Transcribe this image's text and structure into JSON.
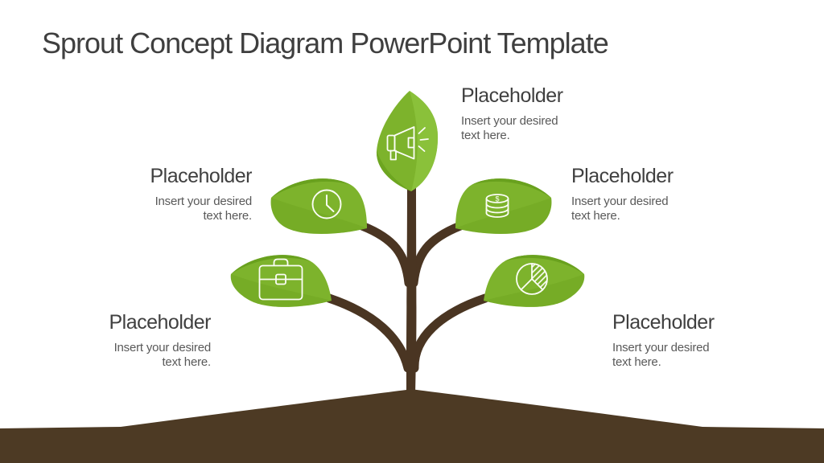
{
  "title": "Sprout Concept Diagram PowerPoint Template",
  "items": [
    {
      "position": "top",
      "icon": "megaphone-icon",
      "heading": "Placeholder",
      "body_line1": "Insert your desired",
      "body_line2": "text here."
    },
    {
      "position": "mid-left",
      "icon": "clock-icon",
      "heading": "Placeholder",
      "body_line1": "Insert your desired",
      "body_line2": "text here."
    },
    {
      "position": "mid-right",
      "icon": "coins-icon",
      "heading": "Placeholder",
      "body_line1": "Insert your desired",
      "body_line2": "text here."
    },
    {
      "position": "bottom-left",
      "icon": "briefcase-icon",
      "heading": "Placeholder",
      "body_line1": "Insert your desired",
      "body_line2": "text here."
    },
    {
      "position": "bottom-right",
      "icon": "pie-chart-icon",
      "heading": "Placeholder",
      "body_line1": "Insert your desired",
      "body_line2": "text here."
    }
  ],
  "colors": {
    "leaf_green": "#7db32c",
    "leaf_green_light": "#8fc63f",
    "leaf_green_dark": "#69a11e",
    "trunk_brown": "#4a3522",
    "soil_brown": "#4d3a24",
    "heading_text": "#404040",
    "body_text": "#595959",
    "title_text": "#3f3f3f",
    "icon_stroke": "#fbfdf6"
  }
}
